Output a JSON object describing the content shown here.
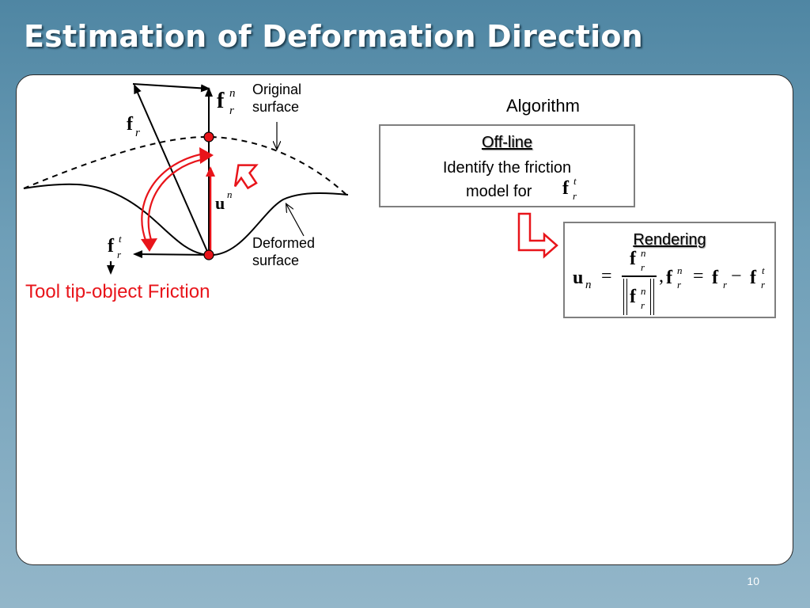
{
  "slide": {
    "title": "Estimation of Deformation Direction",
    "page_number": "10"
  },
  "diagram": {
    "original_surface_label_1": "Original",
    "original_surface_label_2": "surface",
    "deformed_surface_label_1": "Deformed",
    "deformed_surface_label_2": "surface",
    "friction_caption": "Tool tip-object Friction",
    "symbol_f": "f",
    "symbol_u": "u",
    "sub_r": "r",
    "sup_n": "n",
    "sup_t": "t",
    "accent_red": "#e8141a"
  },
  "algorithm": {
    "heading": "Algorithm",
    "offline": {
      "title": "Off-line",
      "line1": "Identify the friction",
      "line2": "model for"
    },
    "rendering": {
      "title": "Rendering",
      "eq_u": "u",
      "eq_sub_n": "n",
      "eq_equals": "=",
      "eq_comma": ",",
      "eq_minus": "−"
    }
  }
}
